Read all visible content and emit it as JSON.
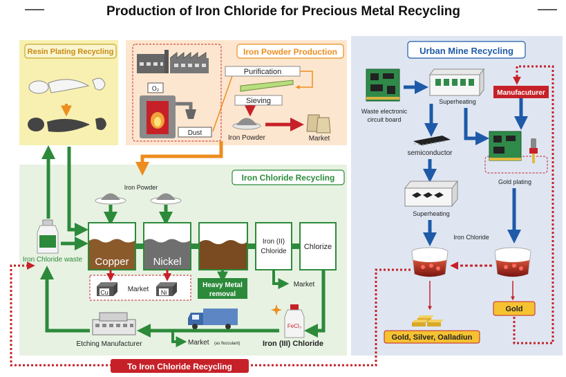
{
  "title": "Production of Iron Chloride for Precious Metal Recycling",
  "sections": {
    "resin": "Resin Plating Recycling",
    "powder": "Iron Powder Production",
    "chloride": "Iron Chloride Recycling",
    "urban": "Urban Mine Recycling"
  },
  "powder_labels": {
    "o2": "O₂",
    "dust": "Dust",
    "purification": "Purification",
    "sieving": "Sieving",
    "iron_powder": "Iron Powder",
    "market": "Market"
  },
  "chloride_labels": {
    "iron_powder": "Iron Powder",
    "waste": "Iron Chloride waste",
    "copper": "Copper",
    "nickel": "Nickel",
    "market_metals": "Market",
    "cu": "Cu",
    "ni": "Ni",
    "heavy_metal_1": "Heavy Metal",
    "heavy_metal_2": "removal",
    "iron2_1": "Iron (II)",
    "iron2_2": "Chloride",
    "chlorize": "Chlorize",
    "market_chlorize": "Market",
    "fecl3": "FeCl₃",
    "iron3": "Iron (III) Chloride",
    "etching": "Etching Manufacturer",
    "market_floc": "Market",
    "floc_note": "(as flocculant)"
  },
  "urban_labels": {
    "waste_board_1": "Waste electronic",
    "waste_board_2": "circuit board",
    "superheating_1": "Superheating",
    "manufacturer": "Manufacuturer",
    "semiconductor": "semiconductor",
    "gold_plating": "Gold plating",
    "superheating_2": "Superheating",
    "iron_chloride": "Iron Chloride",
    "gold": "Gold",
    "gold_silver": "Gold, Silver, Oalladiun"
  },
  "footer": "To Iron Chloride Recycling",
  "colors": {
    "resin_bg": "#f7f0b0",
    "powder_bg": "#fde6cf",
    "chloride_bg": "#e7f2e2",
    "urban_bg": "#dfe6f2",
    "green": "#2c8a3a",
    "orange": "#ec8d1e",
    "blue": "#1e5aa8",
    "red": "#c62128",
    "gold": "#f5c232"
  }
}
